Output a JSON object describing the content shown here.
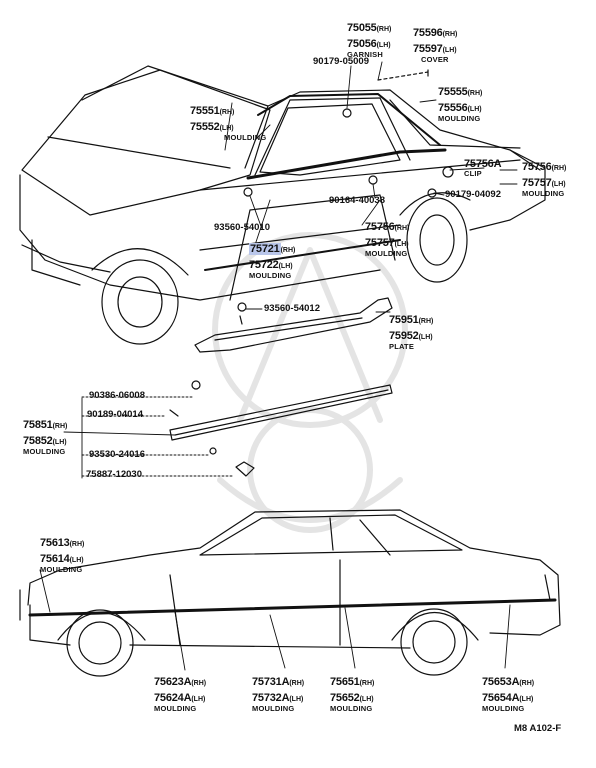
{
  "labels": {
    "p75055": "75055",
    "p75055_sfx": "(RH)",
    "p75056": "75056",
    "p75056_sfx": "(LH)",
    "garnish": "GARNISH",
    "p75596": "75596",
    "p75596_sfx": "(RH)",
    "p75597": "75597",
    "p75597_sfx": "(LH)",
    "cover": "COVER",
    "p90179a": "90179-05009",
    "p75555": "75555",
    "p75555_sfx": "(RH)",
    "p75556": "75556",
    "p75556_sfx": "(LH)",
    "moulding_a": "MOULDING",
    "p75551": "75551",
    "p75551_sfx": "(RH)",
    "p75552": "75552",
    "p75552_sfx": "(LH)",
    "moulding_b": "MOULDING",
    "p75756a": "75756A",
    "clip": "CLIP",
    "p75756": "75756",
    "p75756_sfx": "(RH)",
    "p75757": "75757",
    "p75757_sfx": "(LH)",
    "moulding_c": "MOULDING",
    "p90179b": "90179-04092",
    "p90164": "90164-40038",
    "p93560a": "93560-54010",
    "p75756b": "75756",
    "p75756b_sfx": "(RH)",
    "p75757b": "75757",
    "p75757b_sfx": "(LH)",
    "moulding_d": "MOULDING",
    "p75721": "75721",
    "p75721_sfx": "(RH)",
    "p75722": "75722",
    "p75722_sfx": "(LH)",
    "moulding_e": "MOULDING",
    "p93560b": "93560-54012",
    "p75951": "75951",
    "p75951_sfx": "(RH)",
    "p75952": "75952",
    "p75952_sfx": "(LH)",
    "plate": "PLATE",
    "p90386": "90386-06008",
    "p90189": "90189-04014",
    "p75851": "75851",
    "p75851_sfx": "(RH)",
    "p75852": "75852",
    "p75852_sfx": "(LH)",
    "moulding_f": "MOULDING",
    "p93530": "93530-24016",
    "p75887": "75887-12030",
    "p75613": "75613",
    "p75613_sfx": "(RH)",
    "p75614": "75614",
    "p75614_sfx": "(LH)",
    "moulding_g": "MOULDING",
    "p75623a": "75623A",
    "p75623a_sfx": "(RH)",
    "p75624a": "75624A",
    "p75624a_sfx": "(LH)",
    "moulding_h": "MOULDING",
    "p75731a": "75731A",
    "p75731a_sfx": "(RH)",
    "p75732a": "75732A",
    "p75732a_sfx": "(LH)",
    "moulding_i": "MOULDING",
    "p75651": "75651",
    "p75651_sfx": "(RH)",
    "p75652": "75652",
    "p75652_sfx": "(LH)",
    "moulding_j": "MOULDING",
    "p75653a": "75653A",
    "p75653a_sfx": "(RH)",
    "p75654a": "75654A",
    "p75654a_sfx": "(LH)",
    "moulding_k": "MOULDING",
    "diagram_code": "M8 A102-F"
  },
  "colors": {
    "ink": "#111111",
    "highlight": "#b9c6ea",
    "watermark": "#e4e4e4"
  }
}
